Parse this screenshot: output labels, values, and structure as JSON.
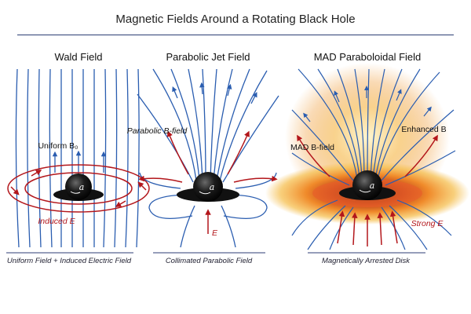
{
  "title": "Magnetic Fields Around a Rotating Black Hole",
  "colors": {
    "field_line": "#2a5db0",
    "electric": "#b3161b",
    "disk_glow": "#f2a23a",
    "rule": "#2c3e74"
  },
  "panels": [
    {
      "title": "Wald Field",
      "labels": [
        "Uniform B₀",
        "Induced E"
      ],
      "spin_label": "a",
      "caption": "Uniform Field + Induced Electric Field"
    },
    {
      "title": "Parabolic Jet Field",
      "labels": [
        "Parabolic B-field",
        "E"
      ],
      "spin_label": "a",
      "caption": "Collimated Parabolic Field"
    },
    {
      "title": "MAD Paraboloidal Field",
      "labels": [
        "Enhanced B",
        "MAD B-field",
        "Strong E"
      ],
      "spin_label": "a",
      "caption": "Magnetically Arrested Disk"
    }
  ]
}
